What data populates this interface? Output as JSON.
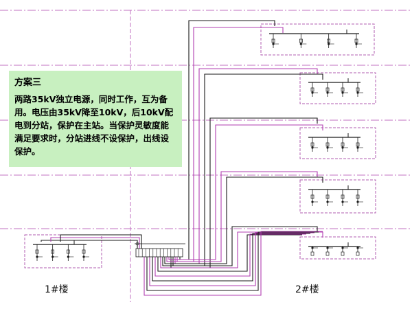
{
  "scheme": {
    "title": "方案三",
    "description": "两路35kV独立电源，同时工作，互为备用。电压由35kV降至10kV，后10kV配电到分站，保护在主站。当保护灵敏度能满足要求时，分站进线不设保护，出线设保护。"
  },
  "buildings": {
    "building1": "1#楼",
    "building2": "2#楼"
  },
  "colors": {
    "background": "#ffffff",
    "info_box": "#c8f0c0",
    "feeder_black": "#1a1a1a",
    "feeder_magenta": "#b03cb0",
    "boundary_dash": "#b05cb0",
    "floor_line": "#c070c0"
  }
}
